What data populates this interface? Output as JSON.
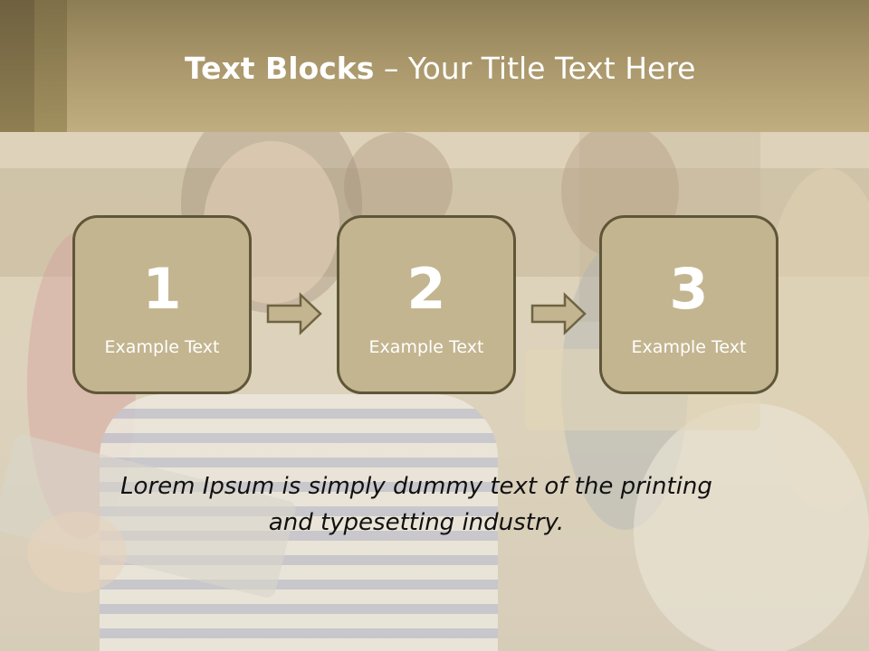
{
  "header": {
    "title_bold": "Text Blocks",
    "title_rest": " – Your Title Text Here"
  },
  "blocks": [
    {
      "number": "1",
      "label": "Example Text"
    },
    {
      "number": "2",
      "label": "Example Text"
    },
    {
      "number": "3",
      "label": "Example Text"
    }
  ],
  "body": {
    "line1": "Lorem Ipsum is simply dummy text of the printing",
    "line2": "and typesetting industry."
  },
  "colors": {
    "header": "#a8966a",
    "block_fill": "#c3b58f",
    "block_border": "#5f5638",
    "arrow_fill": "#c3b58f",
    "arrow_stroke": "#6e6444"
  },
  "icons": [
    "right-arrow-icon"
  ]
}
